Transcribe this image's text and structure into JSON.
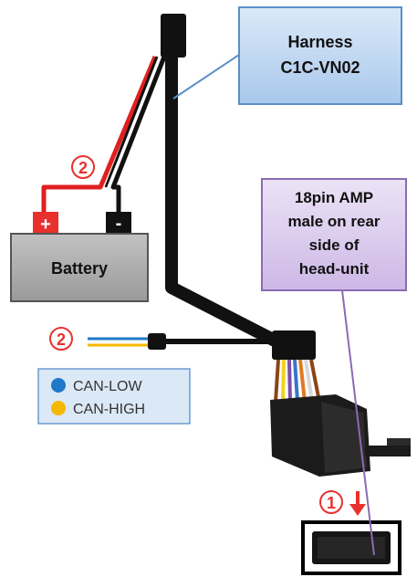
{
  "harness_label": {
    "line1": "Harness",
    "line2": "C1C-VN02"
  },
  "connector_label": {
    "line1": "18pin AMP",
    "line2": "male on rear",
    "line3": "side of",
    "line4": "head-unit"
  },
  "battery": {
    "label": "Battery",
    "plus": "+",
    "minus": "-"
  },
  "markers": {
    "battery_step": "2",
    "can_step": "2",
    "connector_step": "1"
  },
  "can_legend": {
    "low_label": "CAN-LOW",
    "low_color": "#1f78c8",
    "high_label": "CAN-HIGH",
    "high_color": "#f5b800"
  },
  "colors": {
    "callout_blue_fill": "#b7d3f0",
    "callout_blue_border": "#5b8ec9",
    "callout_purple_fill": "#d9c9ec",
    "callout_purple_border": "#8a6bb5",
    "marker_red": "#e8312f",
    "battery_gray": "#a6a6a6",
    "legend_fill": "#dbe8f6",
    "legend_border": "#6d9bd1"
  }
}
